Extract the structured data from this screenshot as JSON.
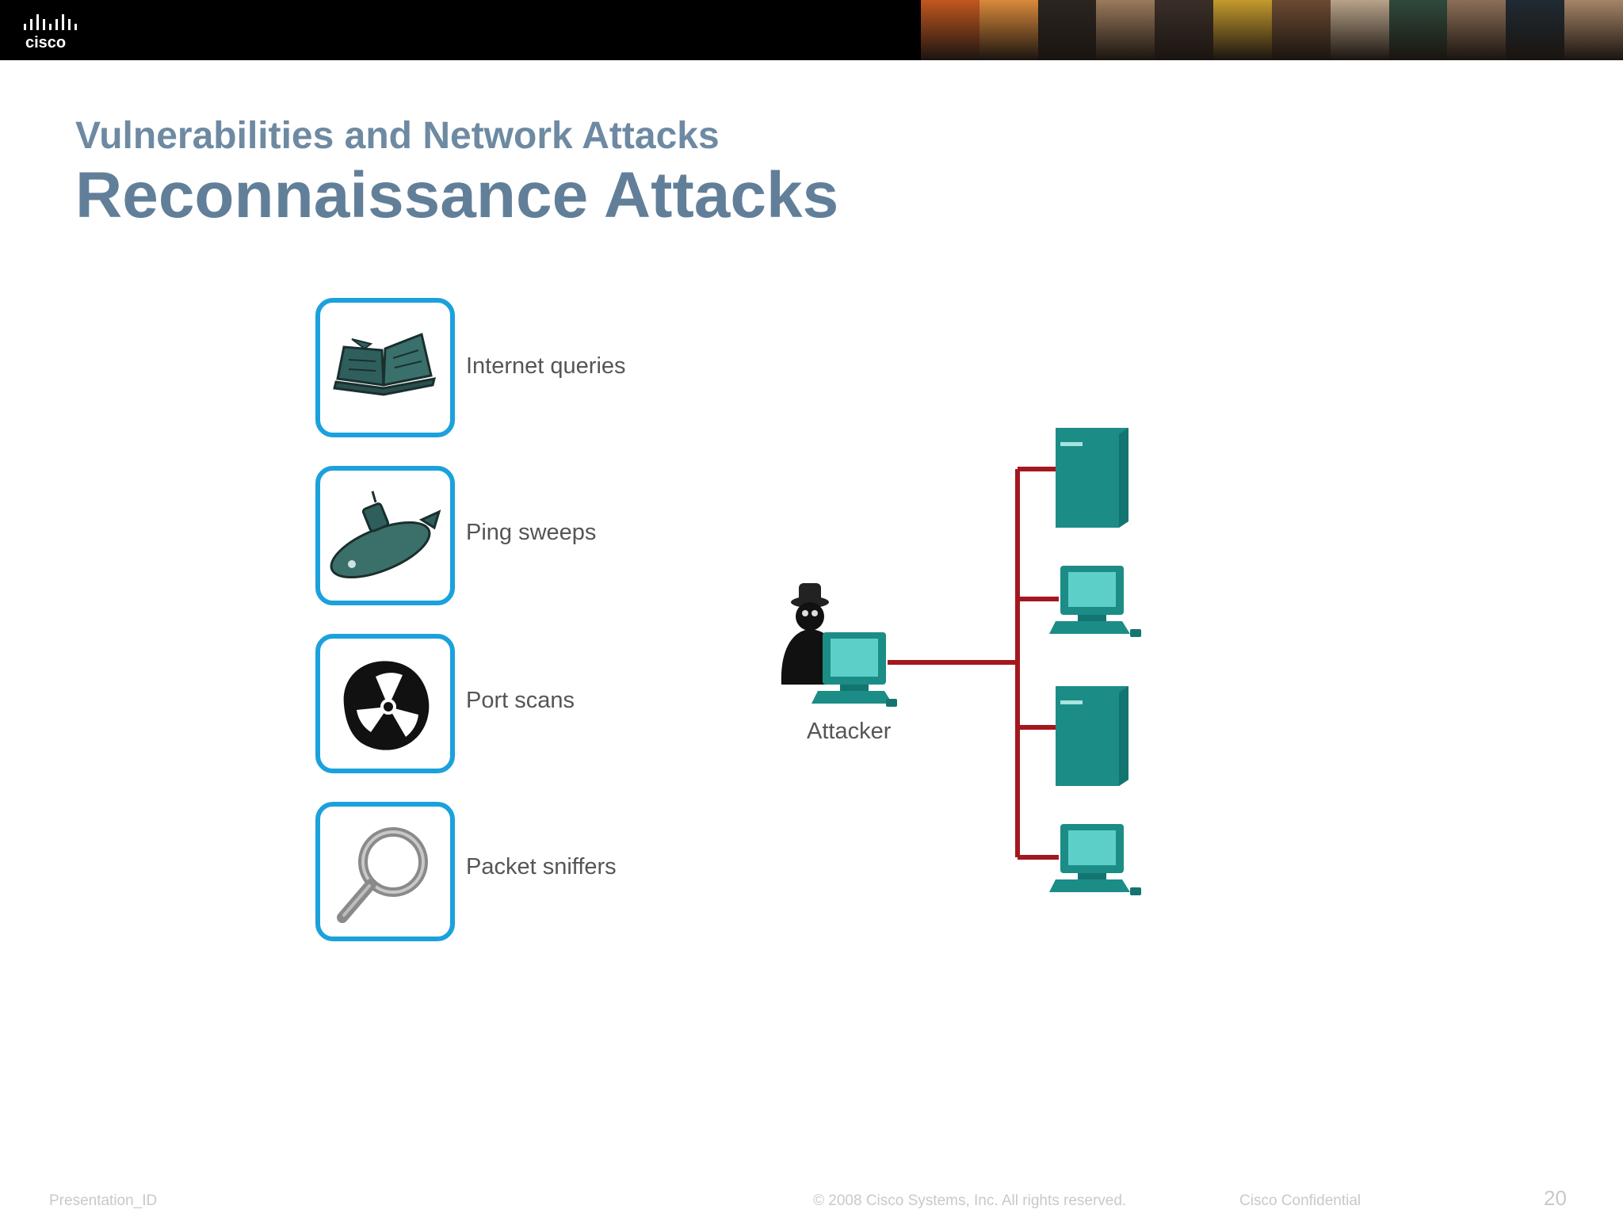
{
  "header": {
    "logo_text": "cisco",
    "photo_colors": [
      "#c2571f",
      "#d98a3a",
      "#2b2420",
      "#9a7a5b",
      "#3a2f28",
      "#c49a2c",
      "#6b4a31",
      "#b7a28a",
      "#2f4a3c",
      "#8b6f58",
      "#1f2a33",
      "#a58467"
    ]
  },
  "slide": {
    "subtitle": "Vulnerabilities and Network Attacks",
    "title": "Reconnaissance Attacks"
  },
  "items": [
    {
      "label": "Internet queries",
      "icon": "book-icon"
    },
    {
      "label": "Ping sweeps",
      "icon": "submarine-icon"
    },
    {
      "label": "Port scans",
      "icon": "radiation-icon"
    },
    {
      "label": "Packet sniffers",
      "icon": "magnifier-icon"
    }
  ],
  "diagram": {
    "attacker_label": "Attacker",
    "link_color": "#a3171f",
    "device_color": "#1c8c86",
    "targets": [
      "server",
      "workstation",
      "server",
      "workstation"
    ]
  },
  "footer": {
    "presentation_id": "Presentation_ID",
    "copyright": "© 2008 Cisco Systems, Inc. All rights reserved.",
    "confidential": "Cisco Confidential",
    "page_number": "20"
  }
}
